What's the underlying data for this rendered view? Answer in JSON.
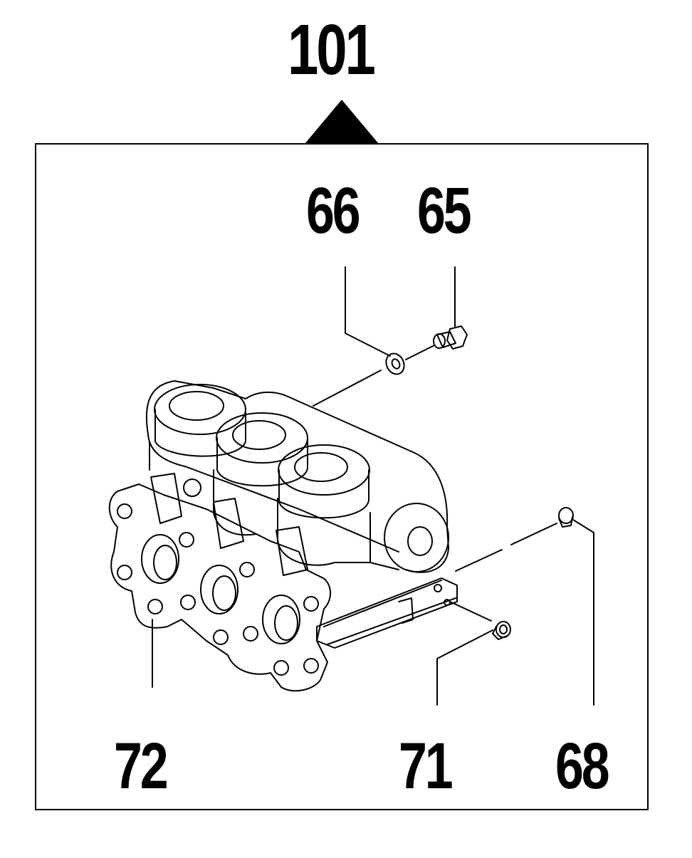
{
  "labels": {
    "assembly": "101",
    "washer": "66",
    "screw": "65",
    "manifold": "72",
    "plug_small": "71",
    "plug_top": "68"
  },
  "colors": {
    "line": "#000000",
    "background": "#ffffff"
  }
}
